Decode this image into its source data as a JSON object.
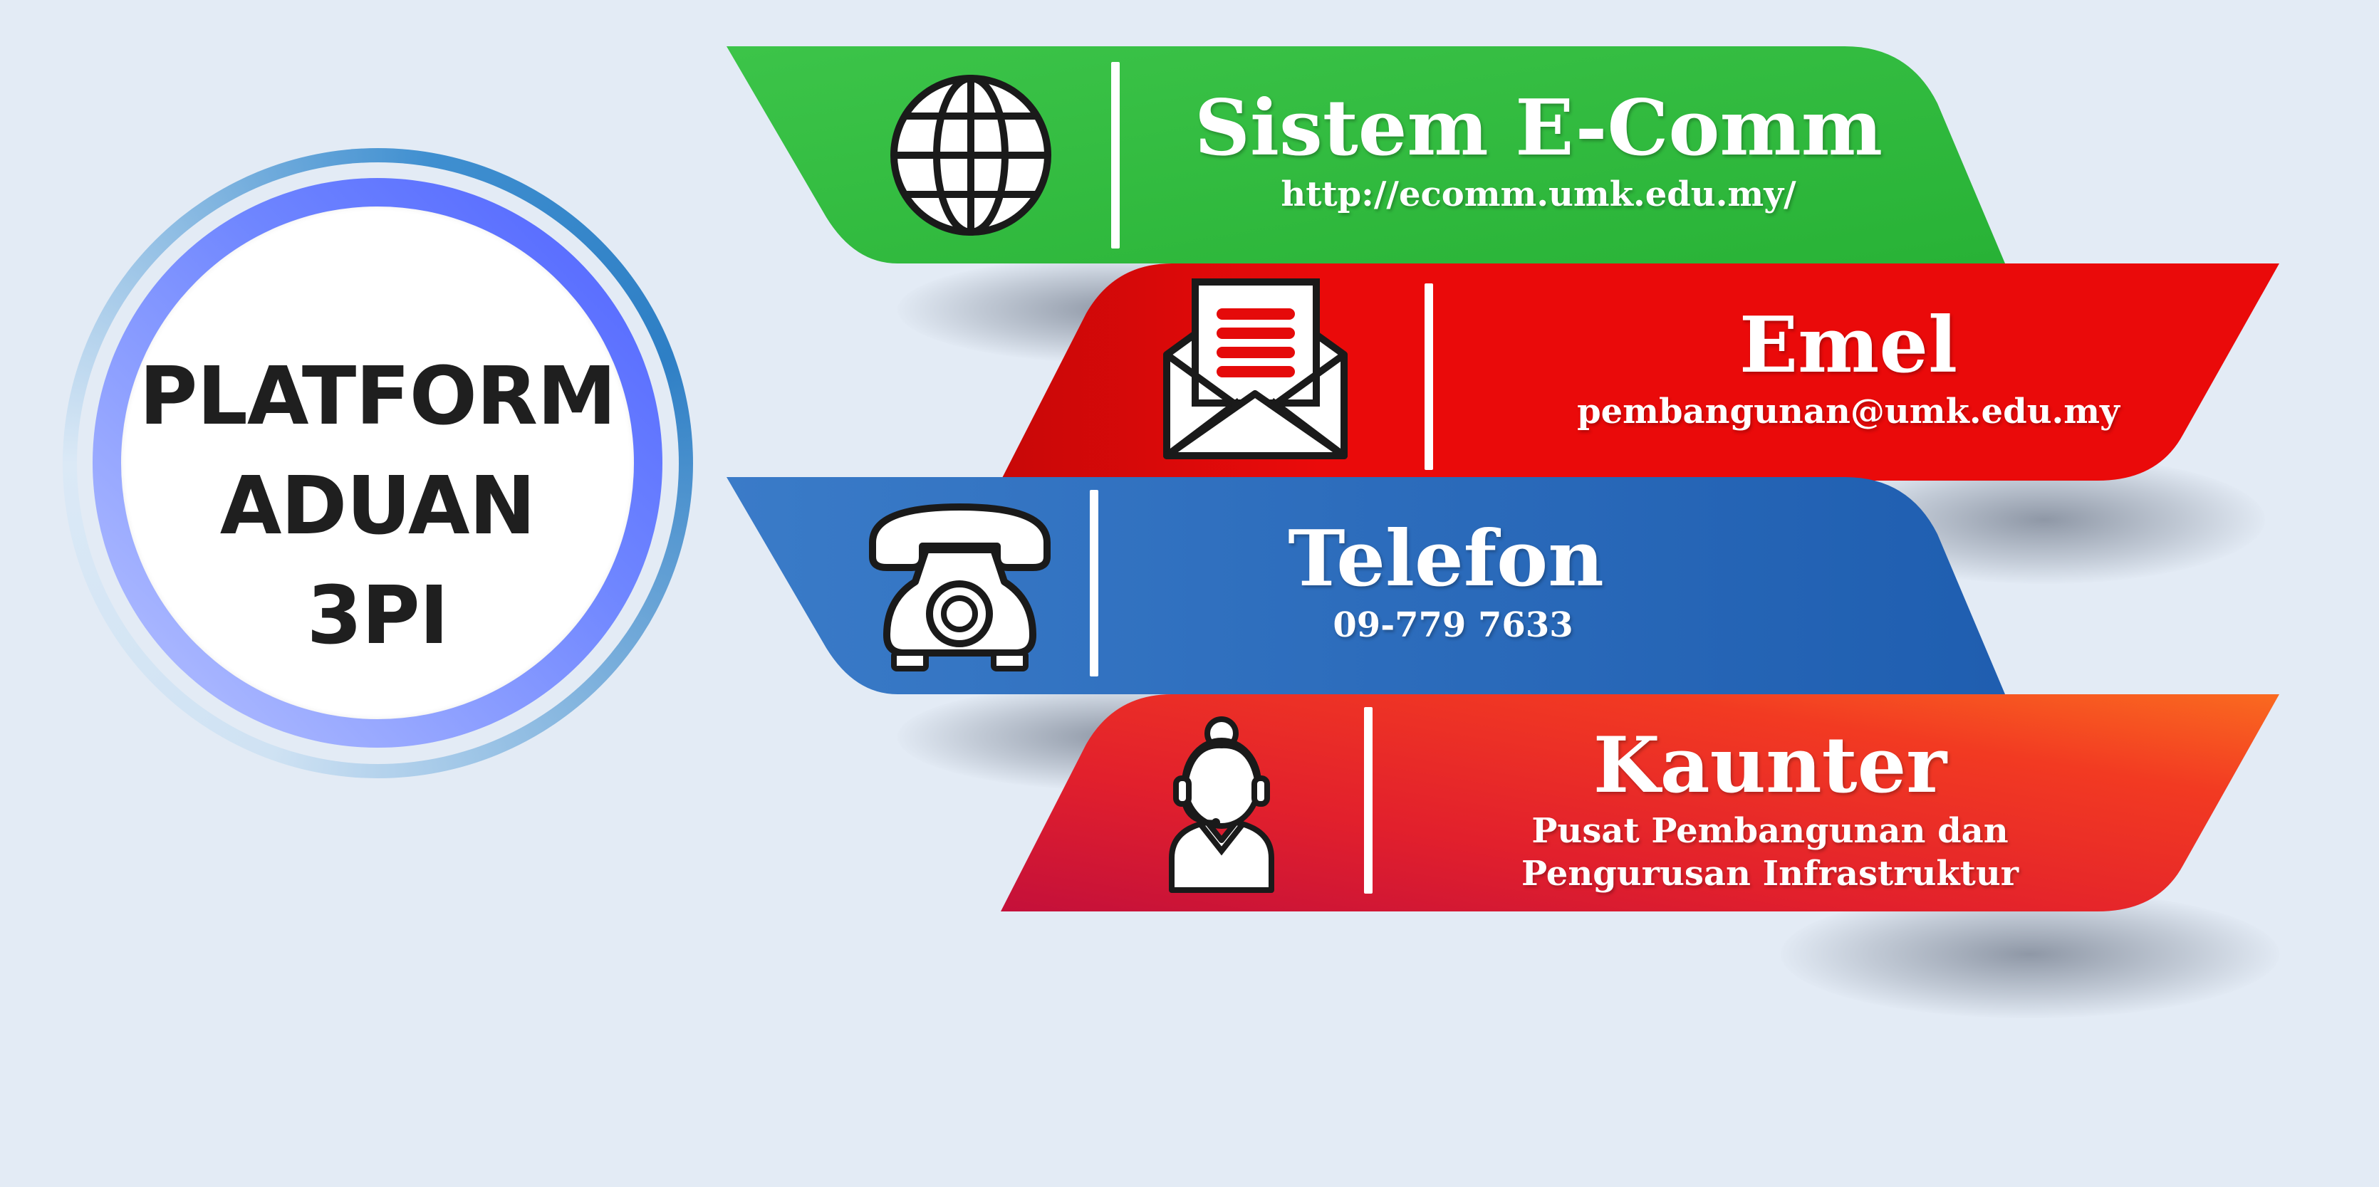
{
  "badge": {
    "line1": "PLATFORM",
    "line2": "ADUAN",
    "line3": "3PI"
  },
  "channels": [
    {
      "title": "Sistem E-Comm",
      "subtitle": "http://ecomm.umk.edu.my/",
      "icon": "globe-icon",
      "color": "#2fbb42"
    },
    {
      "title": "Emel",
      "subtitle": "pembangunan@umk.edu.my",
      "icon": "envelope-icon",
      "color": "#e50a0a"
    },
    {
      "title": "Telefon",
      "subtitle": "09-779 7633",
      "icon": "telephone-icon",
      "color": "#2f6fbd"
    },
    {
      "title": "Kaunter",
      "subtitle_line1": "Pusat Pembangunan dan",
      "subtitle_line2": "Pengurusan Infrastruktur",
      "icon": "support-agent-icon",
      "color": "#e8242f"
    }
  ]
}
